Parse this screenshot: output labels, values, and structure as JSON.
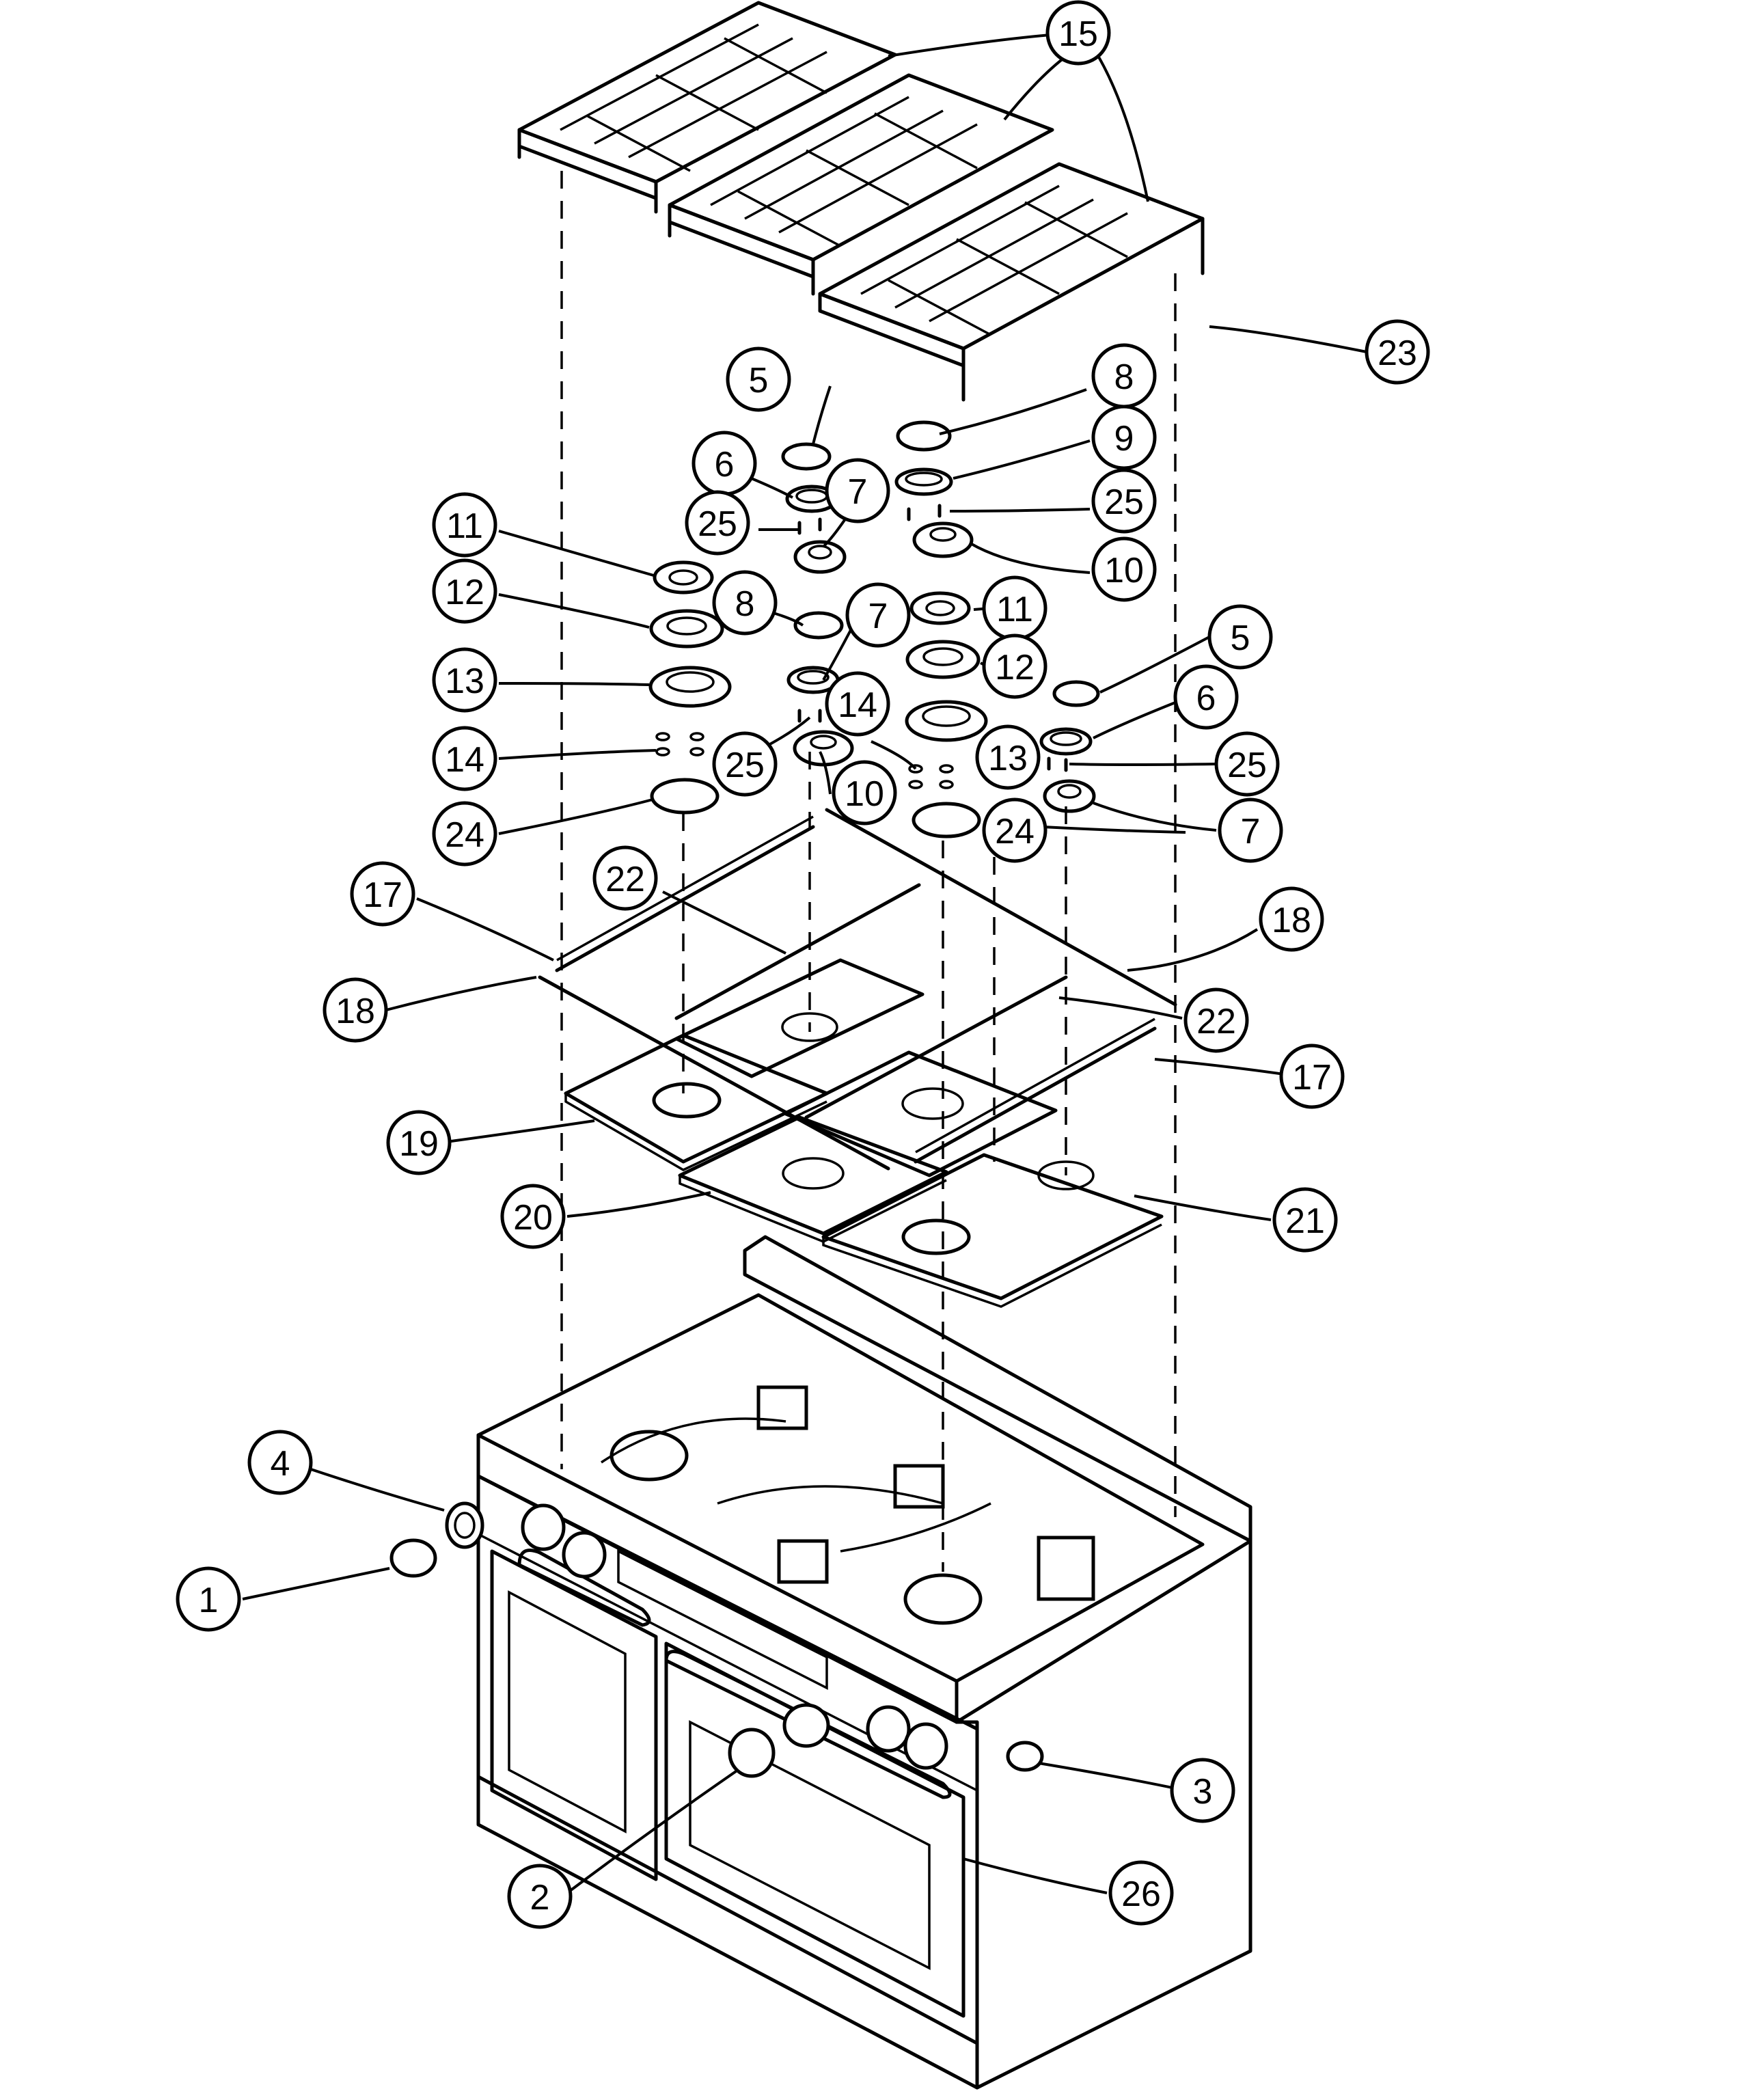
{
  "diagram": {
    "type": "exploded-parts-view",
    "callouts": [
      {
        "id": "c15",
        "label": "15"
      },
      {
        "id": "c23",
        "label": "23"
      },
      {
        "id": "c5a",
        "label": "5"
      },
      {
        "id": "c8a",
        "label": "8"
      },
      {
        "id": "c6a",
        "label": "6"
      },
      {
        "id": "c7a",
        "label": "7"
      },
      {
        "id": "c9",
        "label": "9"
      },
      {
        "id": "c25a",
        "label": "25"
      },
      {
        "id": "c25b",
        "label": "25"
      },
      {
        "id": "c11a",
        "label": "11"
      },
      {
        "id": "c10a",
        "label": "10"
      },
      {
        "id": "c12a",
        "label": "12"
      },
      {
        "id": "c8b",
        "label": "8"
      },
      {
        "id": "c7b",
        "label": "7"
      },
      {
        "id": "c11b",
        "label": "11"
      },
      {
        "id": "c13a",
        "label": "13"
      },
      {
        "id": "c12b",
        "label": "12"
      },
      {
        "id": "c5b",
        "label": "5"
      },
      {
        "id": "c14a",
        "label": "14"
      },
      {
        "id": "c6b",
        "label": "6"
      },
      {
        "id": "c14b",
        "label": "14"
      },
      {
        "id": "c25c",
        "label": "25"
      },
      {
        "id": "c13b",
        "label": "13"
      },
      {
        "id": "c25d",
        "label": "25"
      },
      {
        "id": "c24a",
        "label": "24"
      },
      {
        "id": "c10b",
        "label": "10"
      },
      {
        "id": "c24b",
        "label": "24"
      },
      {
        "id": "c7c",
        "label": "7"
      },
      {
        "id": "c17a",
        "label": "17"
      },
      {
        "id": "c22a",
        "label": "22"
      },
      {
        "id": "c18a",
        "label": "18"
      },
      {
        "id": "c18b",
        "label": "18"
      },
      {
        "id": "c22b",
        "label": "22"
      },
      {
        "id": "c17b",
        "label": "17"
      },
      {
        "id": "c19",
        "label": "19"
      },
      {
        "id": "c20",
        "label": "20"
      },
      {
        "id": "c21",
        "label": "21"
      },
      {
        "id": "c4",
        "label": "4"
      },
      {
        "id": "c1",
        "label": "1"
      },
      {
        "id": "c3",
        "label": "3"
      },
      {
        "id": "c26",
        "label": "26"
      },
      {
        "id": "c2",
        "label": "2"
      }
    ]
  }
}
